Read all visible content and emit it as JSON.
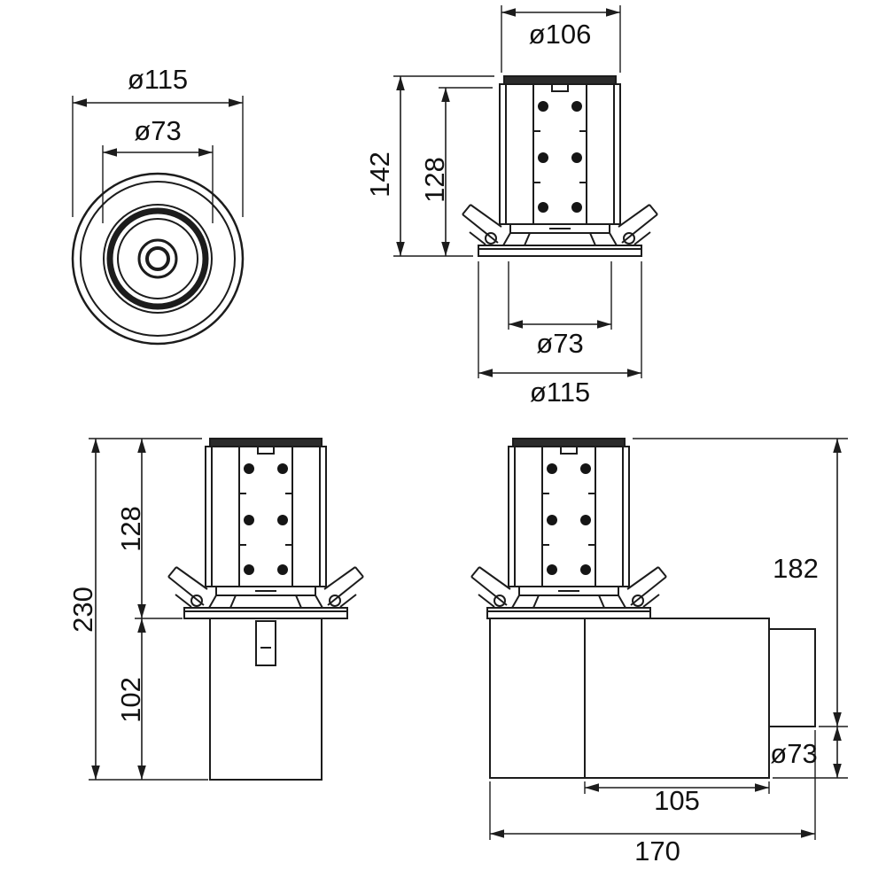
{
  "drawing": {
    "kind": "recessed-downlight-dimension-drawing",
    "line_color": "#1c1c1c",
    "background": "#ffffff",
    "views": {
      "top": {
        "name": "top view",
        "dim_outer": "ø115",
        "dim_inner": "ø73"
      },
      "front": {
        "name": "front view",
        "dim_top": "ø106",
        "dim_height_overall": "142",
        "dim_height_body": "128",
        "dim_cutout": "ø73",
        "dim_trim": "ø115"
      },
      "side": {
        "name": "side view with rear box",
        "dim_height_total": "230",
        "dim_height_upper": "128",
        "dim_height_lower": "102"
      },
      "side_driver": {
        "name": "side view with driver box",
        "dim_height": "182",
        "dim_diameter": "ø73",
        "dim_box_width": "105",
        "dim_overall_width": "170"
      }
    }
  }
}
